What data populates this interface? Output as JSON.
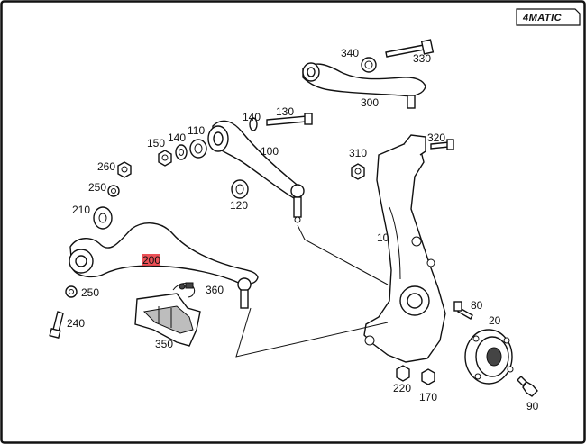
{
  "badge": {
    "text": "4MATIC"
  },
  "callouts": {
    "c10": "10",
    "c20": "20",
    "c80": "80",
    "c90": "90",
    "c100": "100",
    "c110": "110",
    "c120": "120",
    "c130": "130",
    "c140a": "140",
    "c140b": "140",
    "c150": "150",
    "c170": "170",
    "c200": "200",
    "c210": "210",
    "c220": "220",
    "c240": "240",
    "c250a": "250",
    "c250b": "250",
    "c260": "260",
    "c300": "300",
    "c310": "310",
    "c320": "320",
    "c330": "330",
    "c340": "340",
    "c350": "350",
    "c360": "360"
  },
  "highlight": {
    "part": "200",
    "color": "#e8323a"
  }
}
